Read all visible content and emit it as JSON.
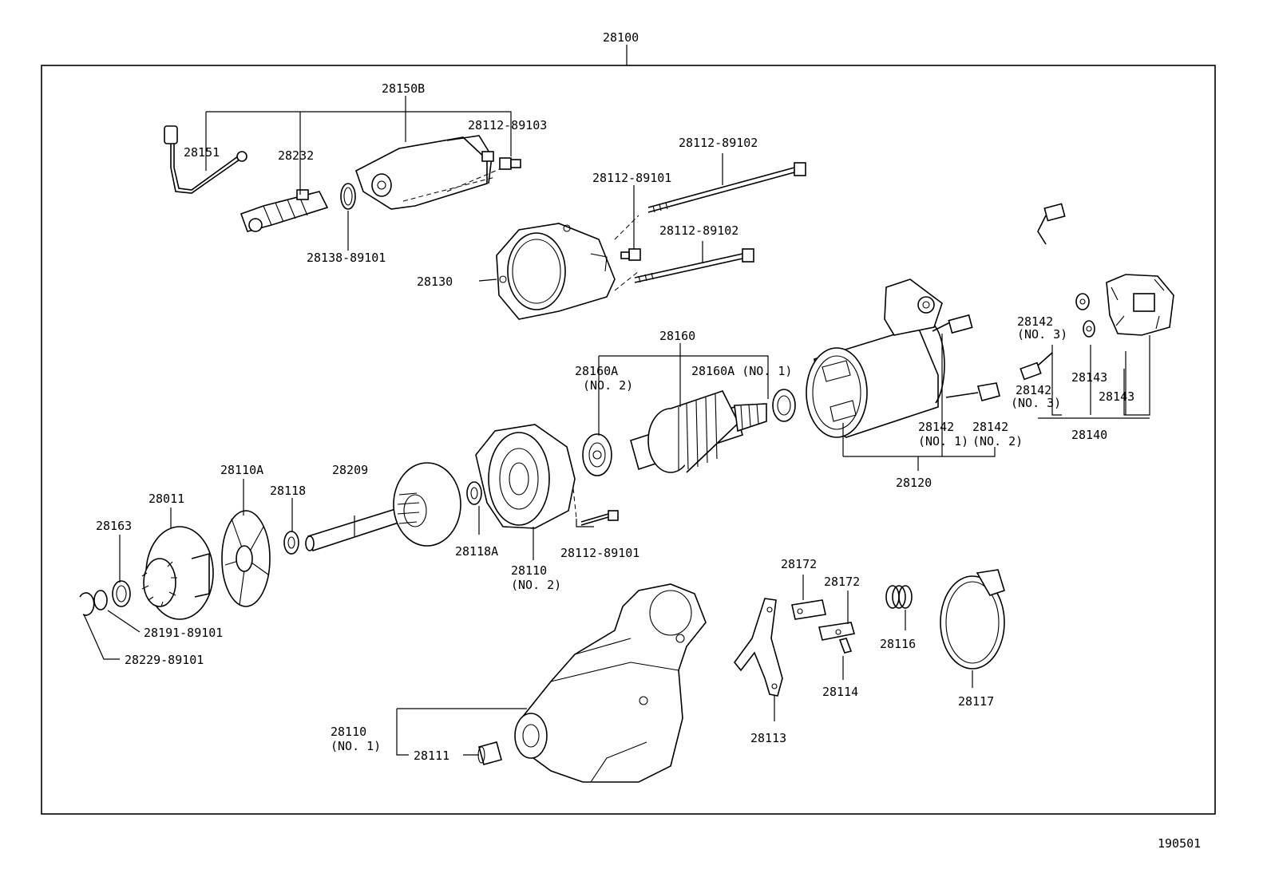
{
  "assembly_number": "28100",
  "figure_number": "190501",
  "labels": {
    "l28150B": "28150B",
    "l28112_89103": "28112-89103",
    "l28151": "28151",
    "l28232": "28232",
    "l28138_89101": "28138-89101",
    "l28112_89102a": "28112-89102",
    "l28112_89101a": "28112-89101",
    "l28112_89102b": "28112-89102",
    "l28130": "28130",
    "l28160": "28160",
    "l28160A_no2": "28160A",
    "l28160A_no2b": "(NO. 2)",
    "l28160A_no1": "28160A (NO. 1)",
    "l28142_no3a": "28142",
    "l28142_no3ab": "(NO. 3)",
    "l28143a": "28143",
    "l28143b": "28143",
    "l28142_no3b": "28142",
    "l28142_no3bb": "(NO. 3)",
    "l28140": "28140",
    "l28142_no1": "28142",
    "l28142_no1b": "(NO. 1)",
    "l28142_no2": "28142",
    "l28142_no2b": "(NO. 2)",
    "l28120": "28120",
    "l28110A": "28110A",
    "l28209": "28209",
    "l28118": "28118",
    "l28011": "28011",
    "l28163": "28163",
    "l28118A": "28118A",
    "l28110_no2": "28110",
    "l28110_no2b": "(NO. 2)",
    "l28112_89101b": "28112-89101",
    "l28191_89101": "28191-89101",
    "l28229_89101": "28229-89101",
    "l28172a": "28172",
    "l28172b": "28172",
    "l28116": "28116",
    "l28114": "28114",
    "l28117": "28117",
    "l28113": "28113",
    "l28110_no1": "28110",
    "l28110_no1b": "(NO. 1)",
    "l28111": "28111"
  }
}
